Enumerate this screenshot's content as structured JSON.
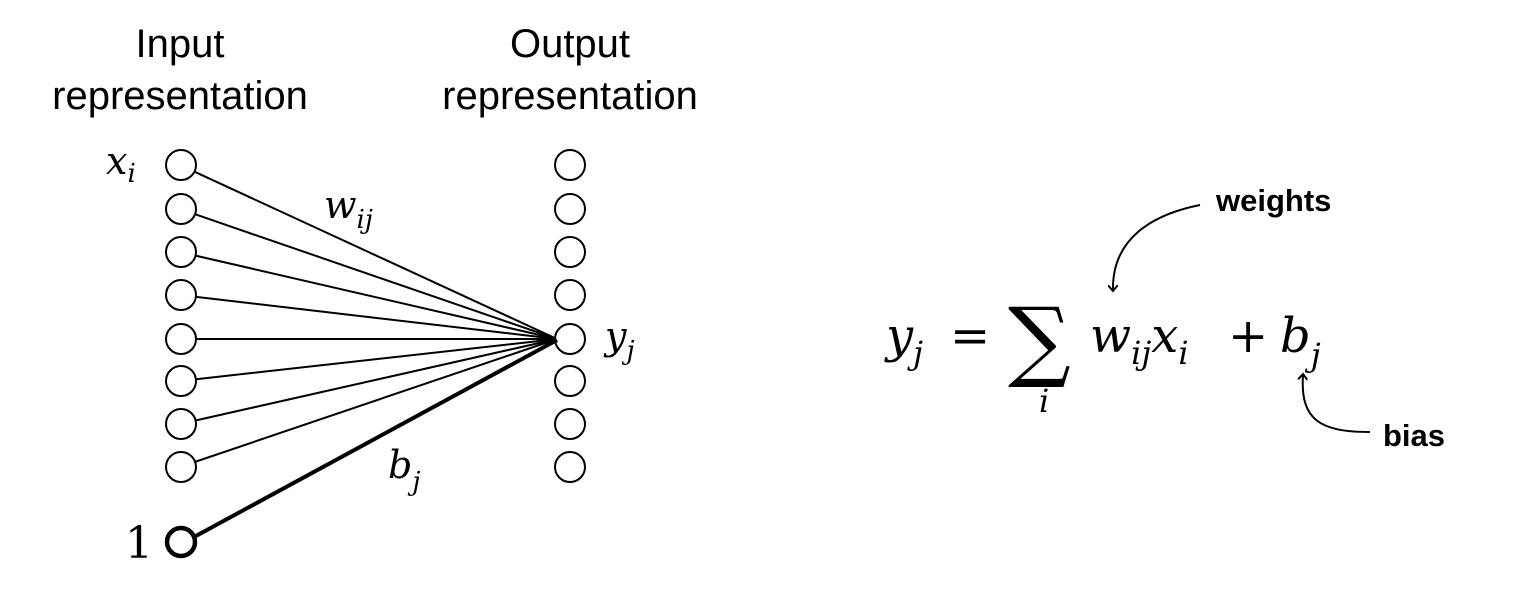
{
  "headers": {
    "input": [
      "Input",
      "representation"
    ],
    "output": [
      "Output",
      "representation"
    ]
  },
  "network": {
    "input_node_label": "x",
    "input_node_sub": "i",
    "output_node_label": "y",
    "output_node_sub": "j",
    "weight_label": "w",
    "weight_sub": "ij",
    "bias_label": "b",
    "bias_sub": "j",
    "bias_node_value": "1",
    "input_node_count": 8,
    "output_node_count": 8
  },
  "equation": {
    "lhs": "y",
    "lhs_sub": "j",
    "equals": "=",
    "sum_symbol": "∑",
    "sum_index": "i",
    "w": "w",
    "w_sub": "ij",
    "x": "x",
    "x_sub": "i",
    "plus": "+",
    "b": "b",
    "b_sub": "j"
  },
  "annotations": {
    "weights": "weights",
    "bias": "bias"
  }
}
